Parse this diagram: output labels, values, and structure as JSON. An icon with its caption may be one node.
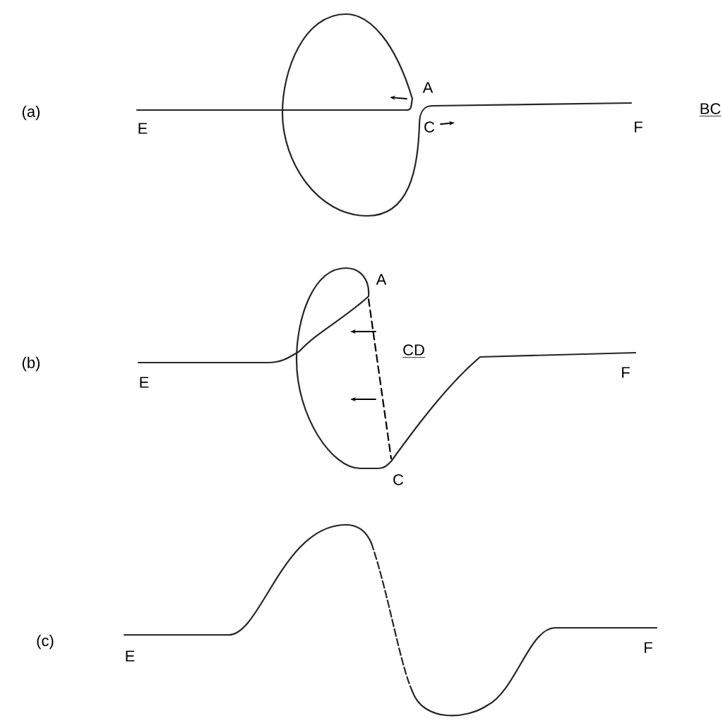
{
  "diagram": {
    "labels": [
      "(a)",
      "A",
      "E",
      "C",
      "F",
      "BC",
      "A",
      "(b)",
      "CD",
      "E",
      "F",
      "C",
      "(c)",
      "E",
      "F"
    ]
  }
}
